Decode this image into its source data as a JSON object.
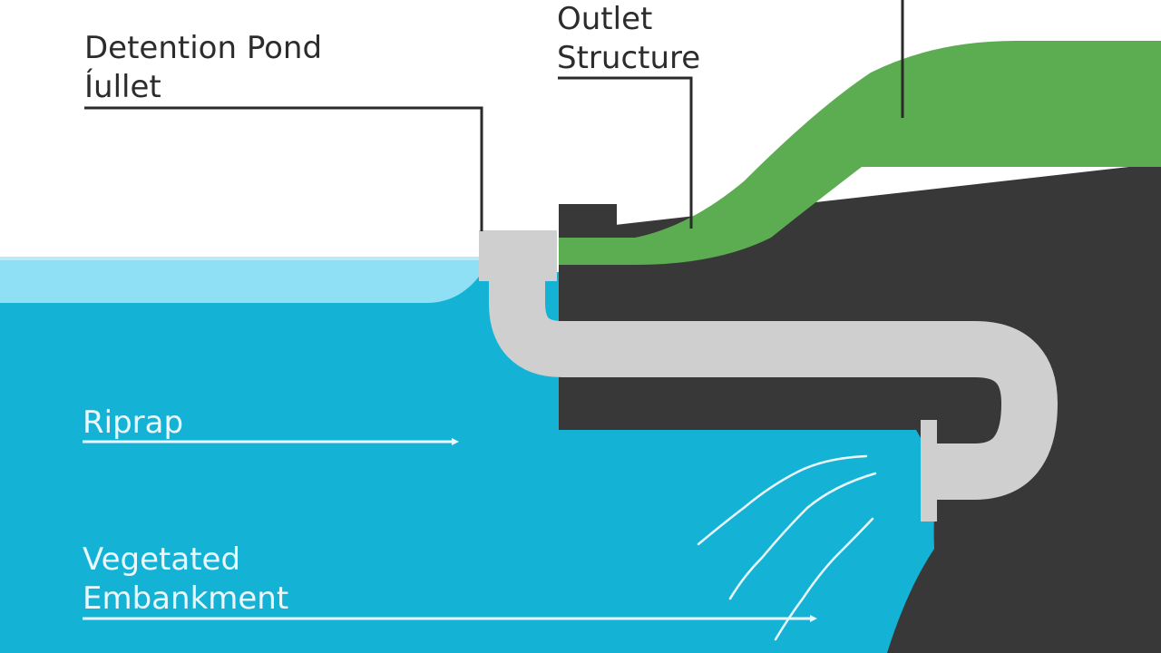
{
  "labels": {
    "inlet_line1": "Detention Pond",
    "inlet_line2": "Íullet",
    "outlet_line1": "Outlet",
    "outlet_line2": "Structure",
    "riprap": "Riprap",
    "embankment_line1": "Vegetated",
    "embankment_line2": "Embankment"
  },
  "colors": {
    "deep_water": "#14b3d6",
    "shallow_water": "#8fe0f5",
    "shallow_water_edge": "#b6ecfa",
    "soil": "#383838",
    "grass": "#5cac52",
    "pipe": "#cfcfcf",
    "leader_dark": "#2a2a2a",
    "leader_light": "#eaf8fd",
    "flow_lines": "#eaf8fd"
  }
}
